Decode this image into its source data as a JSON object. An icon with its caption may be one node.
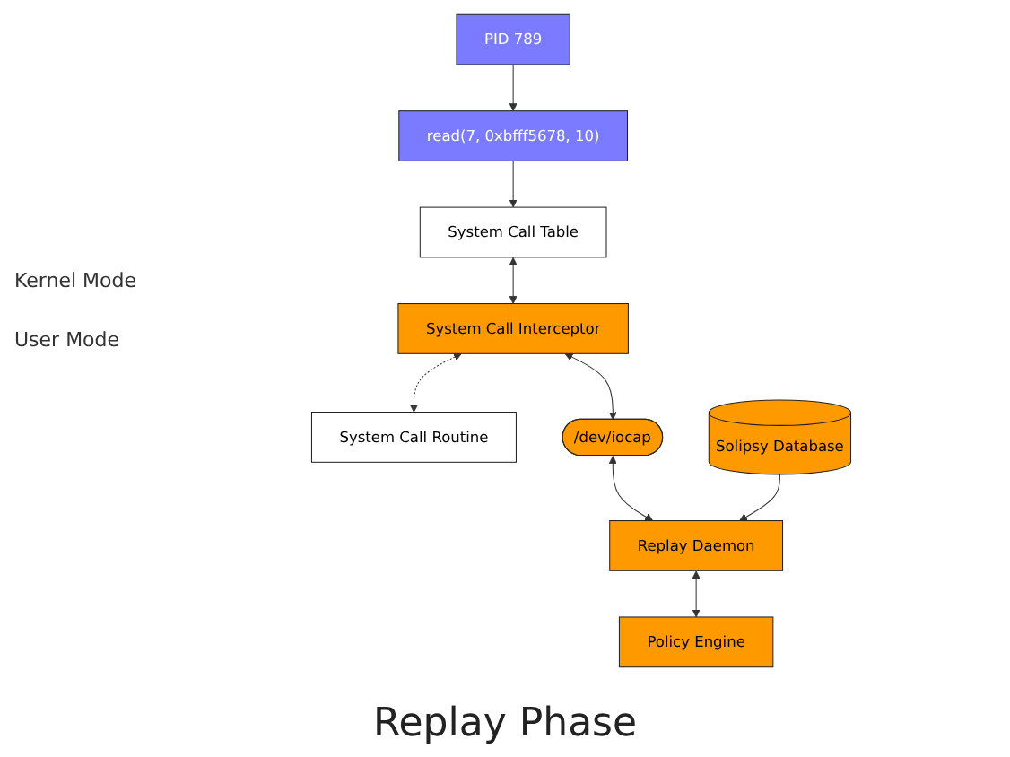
{
  "diagram": {
    "caption": "Replay Phase",
    "nodes": [
      {
        "text": [
          "System Call Table"
        ]
      },
      {
        "text": [
          "System Call Interceptor"
        ]
      },
      {
        "text": [
          "System Call Routine"
        ]
      },
      {
        "text": [
          "read(7, 0xbfff5678, 10)"
        ]
      },
      {
        "text": [
          "/dev/iocap"
        ]
      },
      {
        "text": [
          "PID 789"
        ]
      },
      {
        "text": [
          "Replay Daemon"
        ]
      },
      {
        "text": [
          "Solipsy Database"
        ]
      },
      {
        "text": [
          "Policy Engine"
        ]
      }
    ],
    "edges": [
      {
        "from": 0,
        "to": 1,
        "arrow": "both"
      },
      {
        "from": 1,
        "to": 2,
        "arrow": "both",
        "style": "dashed"
      },
      {
        "from": 3,
        "to": 0,
        "arrow": "to"
      },
      {
        "from": 5,
        "to": 3,
        "arrow": "to"
      },
      {
        "from": 1,
        "to": 4,
        "arrow": "both"
      },
      {
        "from": 4,
        "to": 6,
        "arrow": "both"
      },
      {
        "from": 7,
        "to": 6,
        "arrow": "to"
      },
      {
        "from": 6,
        "to": 8,
        "arrow": "both"
      }
    ],
    "labels": [
      "Kernel Mode",
      "User Mode"
    ]
  }
}
